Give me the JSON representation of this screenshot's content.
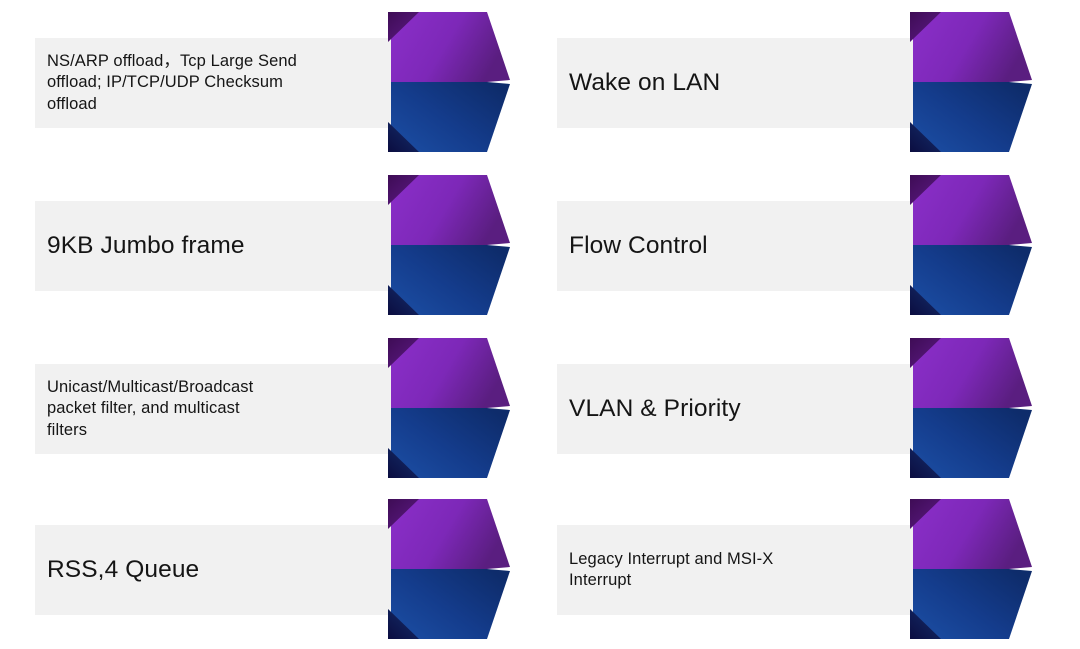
{
  "page": {
    "background_color": "#ffffff",
    "plate_color": "#f1f1f1",
    "text_color": "#151515"
  },
  "palette": {
    "purple_light": "#8B2FC9",
    "purple_mid": "#7A2BB0",
    "purple_dark": "#5A1E80",
    "purple_notch": "#4A1060",
    "blue_light": "#1B4A9C",
    "blue_mid": "#123A86",
    "blue_dark": "#0E2C6B",
    "blue_notch": "#0D1045"
  },
  "features": [
    {
      "id": "ns-arp-offload",
      "name": "offload-features",
      "label": "NS/ARP offload，Tcp Large Send\noffload; IP/TCP/UDP Checksum\noffload",
      "size": "small",
      "column": "left",
      "row": 1
    },
    {
      "id": "wake-on-lan",
      "name": "wake-on-lan",
      "label": "Wake on LAN",
      "size": "big",
      "column": "right",
      "row": 1
    },
    {
      "id": "jumbo-frame",
      "name": "jumbo-frame",
      "label": "9KB Jumbo frame",
      "size": "big",
      "column": "left",
      "row": 2
    },
    {
      "id": "flow-control",
      "name": "flow-control",
      "label": "Flow Control",
      "size": "big",
      "column": "right",
      "row": 2
    },
    {
      "id": "packet-filter",
      "name": "packet-filter",
      "label": "Unicast/Multicast/Broadcast\npacket filter, and multicast\nfilters",
      "size": "small",
      "column": "left",
      "row": 3
    },
    {
      "id": "vlan-priority",
      "name": "vlan-and-priority",
      "label": "VLAN & Priority",
      "size": "big",
      "column": "right",
      "row": 3
    },
    {
      "id": "rss-queue",
      "name": "rss-queue",
      "label": "RSS,4 Queue",
      "size": "big",
      "column": "left",
      "row": 4
    },
    {
      "id": "interrupts",
      "name": "interrupt-modes",
      "label": "Legacy Interrupt and MSI-X\nInterrupt",
      "size": "small",
      "column": "right",
      "row": 4
    }
  ],
  "icons": {
    "chevron": "chevron-arrow-icon"
  }
}
